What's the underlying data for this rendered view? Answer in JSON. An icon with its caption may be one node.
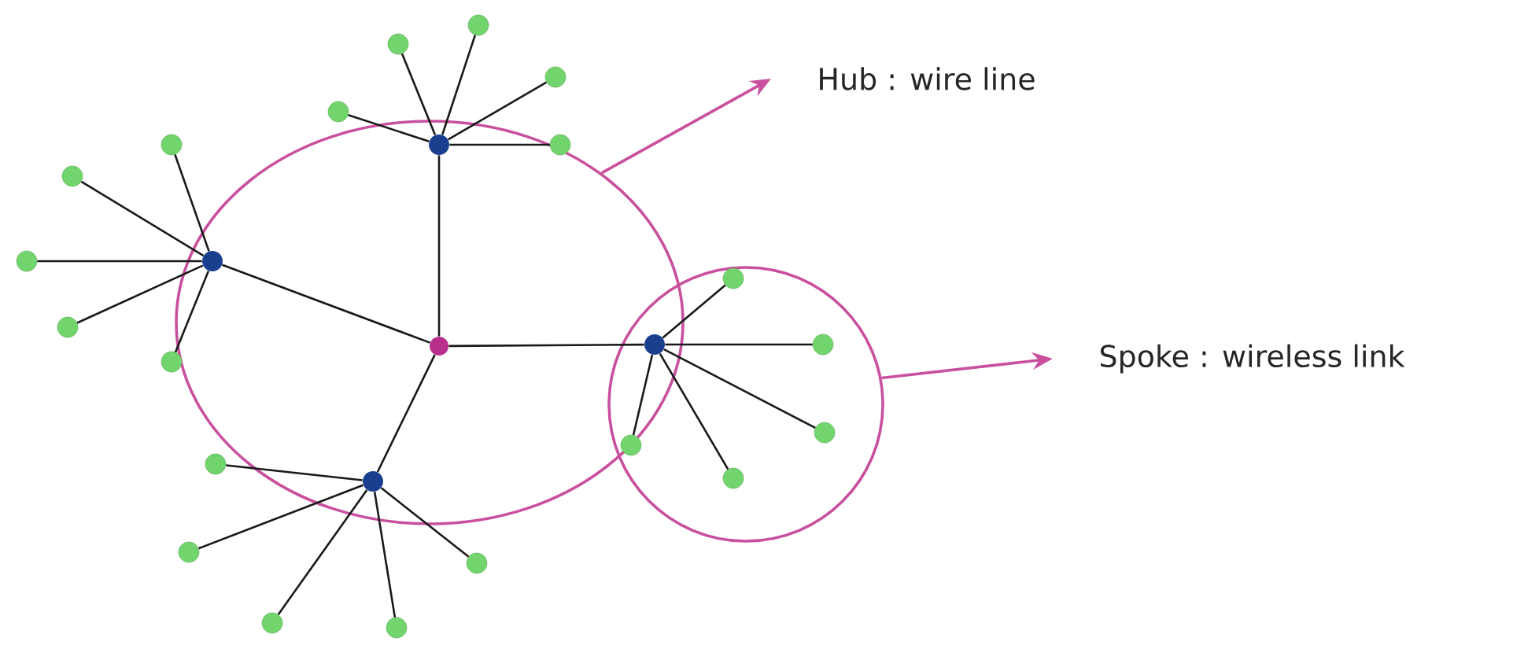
{
  "diagram": {
    "nodes": [
      {
        "text": [],
        "shape": "ellipse"
      },
      {
        "text": [],
        "shape": "circle",
        "in": 0
      },
      {
        "text": [],
        "shape": "circle",
        "in": 0
      },
      {
        "text": [],
        "shape": "circle",
        "in": 0
      },
      {
        "text": [],
        "shape": "circle",
        "in": 0
      },
      {
        "text": [],
        "shape": "circle"
      },
      {
        "text": [],
        "shape": "circle"
      },
      {
        "text": [
          "Hub : wire line"
        ]
      },
      {
        "text": [
          "Spoke : wireless link"
        ]
      },
      {
        "text": [],
        "shape": "circle"
      },
      {
        "text": [],
        "shape": "circle"
      },
      {
        "text": [],
        "shape": "circle"
      },
      {
        "text": [],
        "shape": "circle"
      },
      {
        "text": [],
        "shape": "circle"
      },
      {
        "text": [],
        "shape": "circle"
      },
      {
        "text": [],
        "shape": "circle"
      },
      {
        "text": [],
        "shape": "circle"
      },
      {
        "text": [],
        "shape": "circle"
      },
      {
        "text": [],
        "shape": "circle"
      },
      {
        "text": [],
        "shape": "circle"
      },
      {
        "text": [],
        "shape": "circle"
      },
      {
        "text": [],
        "shape": "circle"
      },
      {
        "text": [],
        "shape": "circle"
      },
      {
        "text": [],
        "shape": "circle"
      },
      {
        "text": [],
        "shape": "circle",
        "in": 5
      },
      {
        "text": [],
        "shape": "circle",
        "in": 5
      },
      {
        "text": [],
        "shape": "circle",
        "in": 5
      },
      {
        "text": [],
        "shape": "circle",
        "in": 5
      },
      {
        "text": [],
        "shape": "circle",
        "in": 5
      }
    ],
    "edges": [
      {
        "from": 1,
        "to": 2,
        "arrow": "none"
      },
      {
        "from": 1,
        "to": 3,
        "arrow": "none"
      },
      {
        "from": 1,
        "to": 4,
        "arrow": "none"
      },
      {
        "from": 1,
        "to": 6,
        "arrow": "none"
      },
      {
        "from": 2,
        "to": 9,
        "arrow": "none"
      },
      {
        "from": 2,
        "to": 10,
        "arrow": "none"
      },
      {
        "from": 2,
        "to": 11,
        "arrow": "none"
      },
      {
        "from": 2,
        "to": 12,
        "arrow": "none"
      },
      {
        "from": 2,
        "to": 13,
        "arrow": "none"
      },
      {
        "from": 3,
        "to": 14,
        "arrow": "none"
      },
      {
        "from": 3,
        "to": 15,
        "arrow": "none"
      },
      {
        "from": 3,
        "to": 16,
        "arrow": "none"
      },
      {
        "from": 3,
        "to": 17,
        "arrow": "none"
      },
      {
        "from": 3,
        "to": 18,
        "arrow": "none"
      },
      {
        "from": 4,
        "to": 19,
        "arrow": "none"
      },
      {
        "from": 4,
        "to": 20,
        "arrow": "none"
      },
      {
        "from": 4,
        "to": 21,
        "arrow": "none"
      },
      {
        "from": 4,
        "to": 22,
        "arrow": "none"
      },
      {
        "from": 4,
        "to": 23,
        "arrow": "none"
      },
      {
        "from": 6,
        "to": 24,
        "arrow": "none"
      },
      {
        "from": 6,
        "to": 25,
        "arrow": "none"
      },
      {
        "from": 6,
        "to": 26,
        "arrow": "none"
      },
      {
        "from": 6,
        "to": 27,
        "arrow": "none"
      },
      {
        "from": 6,
        "to": 28,
        "arrow": "none"
      },
      {
        "from": 0,
        "to": 7,
        "arrow": "to",
        "color": "#c8509e"
      },
      {
        "from": 5,
        "to": 8,
        "arrow": "to",
        "color": "#c8509e"
      }
    ]
  }
}
